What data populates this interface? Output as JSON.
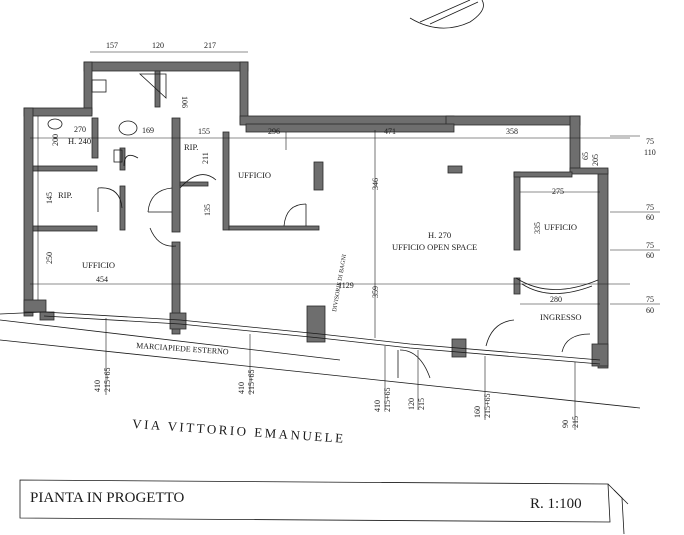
{
  "drawing": {
    "title": "PIANTA IN PROGETTO",
    "scale": "R. 1:100",
    "street": "VIA VITTORIO EMANUELE",
    "sidewalk": "MARCIAPIEDE ESTERNO"
  },
  "rooms": {
    "ufficio_small": "UFFICIO",
    "ufficio_left": "UFFICIO",
    "ufficio_right": "UFFICIO",
    "open_height": "H. 270",
    "open_space": "UFFICIO OPEN SPACE",
    "ingresso": "INGRESSO",
    "rip_left": "RIP.",
    "rip_mid": "RIP.",
    "bath_height": "H. 240",
    "partition_note": "DIVISORIE DI BAGNI"
  },
  "dimensions": {
    "d157": "157",
    "d120": "120",
    "d217": "217",
    "d106": "106",
    "d270": "270",
    "d169": "169",
    "d200": "200",
    "d155": "155",
    "d296": "296",
    "d471": "471",
    "d358": "358",
    "d75a": "75",
    "d110": "110",
    "d65": "65",
    "d205": "205",
    "d211": "211",
    "d145": "145",
    "d135": "135",
    "d346": "346",
    "d275": "275",
    "d75b": "75",
    "d60a": "60",
    "d335": "335",
    "d75c": "75",
    "d60b": "60",
    "d250": "250",
    "d454": "454",
    "d1129": "1129",
    "d359": "359",
    "d280": "280",
    "d75d": "75",
    "d60c": "60",
    "b1a": "410",
    "b1b": "215+65",
    "b2a": "410",
    "b2b": "215+65",
    "b3a": "410",
    "b3b": "215+65",
    "b4a": "120",
    "b4b": "215",
    "b5a": "160",
    "b5b": "215+65",
    "b6a": "90",
    "b6b": "215"
  }
}
